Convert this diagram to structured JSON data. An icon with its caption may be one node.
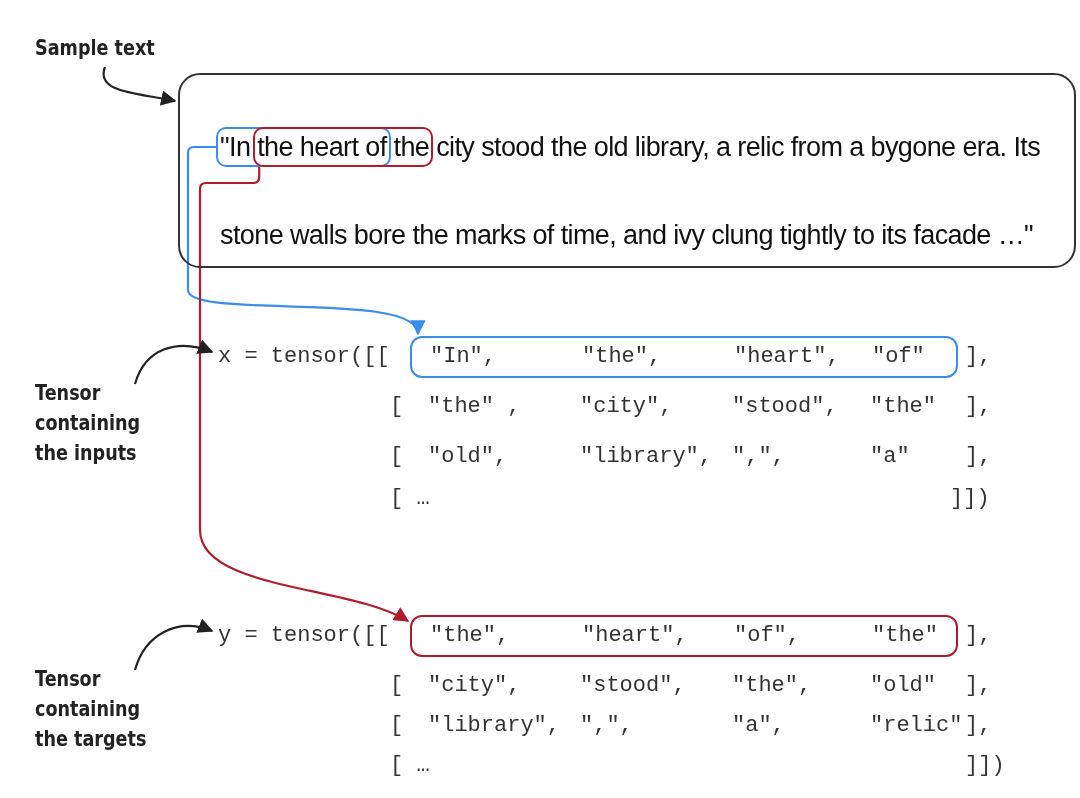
{
  "diagram": {
    "nodes": [
      {
        "text": [
          "Sample text"
        ]
      },
      {
        "text": [
          "\"In the heart of the city stood the old library, a relic from a bygone era. Its stone walls bore the marks of time, and ivy clung tightly to its facade …\""
        ]
      },
      {
        "text": [],
        "shape": "box",
        "in": 1
      },
      {
        "text": [],
        "shape": "box",
        "in": 1
      },
      {
        "text": [
          "Tensor containing the inputs"
        ]
      },
      {
        "text": [
          "x = tensor([["
        ]
      },
      {
        "text": [
          "\"In\",",
          "\"the\",",
          "\"heart\",",
          "\"of\""
        ]
      },
      {
        "text": [
          "Tensor containing the targets"
        ]
      },
      {
        "text": [
          "y = tensor([["
        ]
      },
      {
        "text": [
          "\"the\",",
          "\"heart\",",
          "\"of\",",
          "\"the\""
        ]
      }
    ],
    "edges": [
      {
        "from": 0,
        "to": 1,
        "arrow": "to"
      },
      {
        "from": 2,
        "to": 6,
        "arrow": "to",
        "color": "#3b8ded"
      },
      {
        "from": 3,
        "to": 9,
        "arrow": "to",
        "color": "#b01c2e"
      },
      {
        "from": 4,
        "to": 5,
        "arrow": "to"
      },
      {
        "from": 7,
        "to": 8,
        "arrow": "to"
      }
    ],
    "labels": [
      "],",
      "[",
      "\"the\" ,",
      "\"city\",",
      "\"stood\",",
      "\"the\"",
      "],",
      "[",
      "\"old\",",
      "\"library\",",
      "\",\",",
      "\"a\"",
      "],",
      "[ …",
      "]])",
      "],",
      "[",
      "\"city\",",
      "\"stood\",",
      "\"the\",",
      "\"old\"",
      "],",
      "[",
      "\"library\",",
      "\",\",",
      "\"a\",",
      "\"relic\"",
      "],",
      "[ …",
      "]])"
    ]
  }
}
